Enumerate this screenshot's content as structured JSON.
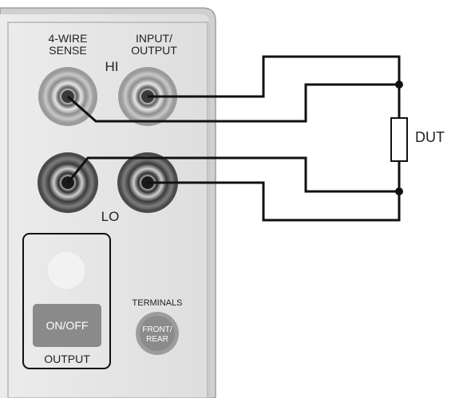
{
  "labels": {
    "sense": [
      "4-WIRE",
      "SENSE"
    ],
    "input_output": [
      "INPUT/",
      "OUTPUT"
    ],
    "hi": "HI",
    "lo": "LO",
    "dut": "DUT",
    "terminals": "TERMINALS",
    "front_rear": [
      "FRONT/",
      "REAR"
    ],
    "on_off": "ON/OFF",
    "output": "OUTPUT"
  },
  "colors": {
    "panel": "#e3e3e3",
    "panel_edge": "#a9a9a9",
    "wire": "#111111",
    "button": "#8a8a8a",
    "button_text": "#ffffff"
  }
}
